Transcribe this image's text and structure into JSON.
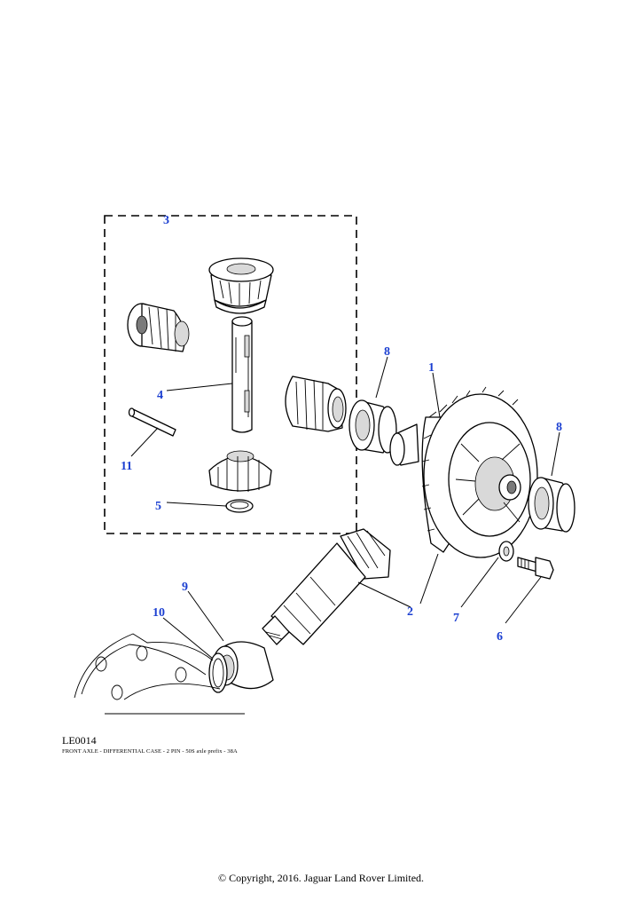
{
  "diagram": {
    "reference_code": "LE0014",
    "caption": "FRONT AXLE - DIFFERENTIAL CASE - 2 PIN - 50S axle prefix - 38A",
    "copyright": "© Copyright, 2016. Jaguar Land Rover Limited.",
    "callouts": {
      "c1": "1",
      "c2": "2",
      "c3": "3",
      "c4": "4",
      "c5": "5",
      "c6": "6",
      "c7": "7",
      "c8a": "8",
      "c8b": "8",
      "c9": "9",
      "c10": "10",
      "c11": "11"
    },
    "colors": {
      "callout": "#1b3fd1",
      "line": "#000000",
      "background": "#ffffff"
    }
  }
}
